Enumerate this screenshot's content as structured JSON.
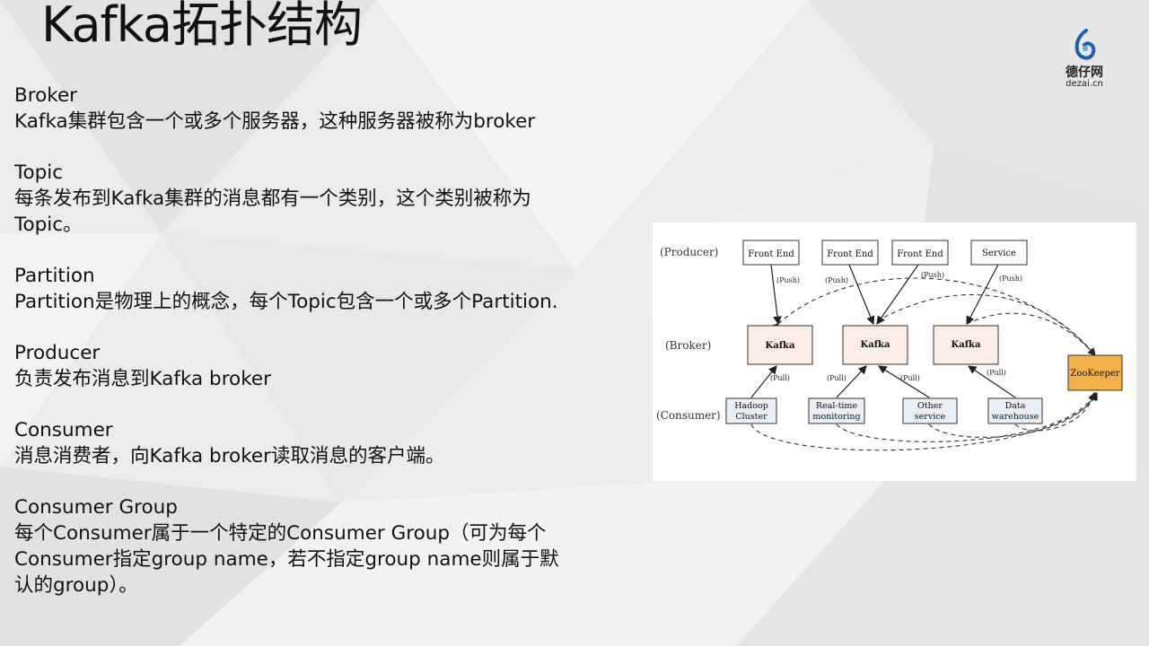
{
  "slide": {
    "title": "Kafka拓扑结构",
    "logo": {
      "cn": "德仔网",
      "en": "dezai.cn"
    }
  },
  "sections": [
    {
      "heading": "Broker",
      "body": "Kafka集群包含一个或多个服务器，这种服务器被称为broker"
    },
    {
      "heading": "Topic",
      "body": "每条发布到Kafka集群的消息都有一个类别，这个类别被称为\nTopic。"
    },
    {
      "heading": "Partition",
      "body": "Partition是物理上的概念，每个Topic包含一个或多个Partition."
    },
    {
      "heading": "Producer",
      "body": "负责发布消息到Kafka broker"
    },
    {
      "heading": "Consumer",
      "body": "消息消费者，向Kafka broker读取消息的客户端。"
    },
    {
      "heading": "Consumer Group",
      "body": "每个Consumer属于一个特定的Consumer Group（可为每个\nConsumer指定group name，若不指定group name则属于默\n认的group）。"
    }
  ],
  "diagram": {
    "row_labels": [
      "(Producer)",
      "(Broker)",
      "(Consumer)"
    ],
    "producers": [
      "Front End",
      "Front End",
      "Front End",
      "Service"
    ],
    "brokers": [
      "Kafka",
      "Kafka",
      "Kafka"
    ],
    "zookeeper": "ZooKeeper",
    "consumers": [
      [
        "Hadoop",
        "Cluster"
      ],
      [
        "Real-time",
        "monitoring"
      ],
      [
        "Other",
        "service"
      ],
      [
        "Data",
        "warehouse"
      ]
    ],
    "push_label": "(Push)",
    "pull_label": "(Pull)"
  }
}
